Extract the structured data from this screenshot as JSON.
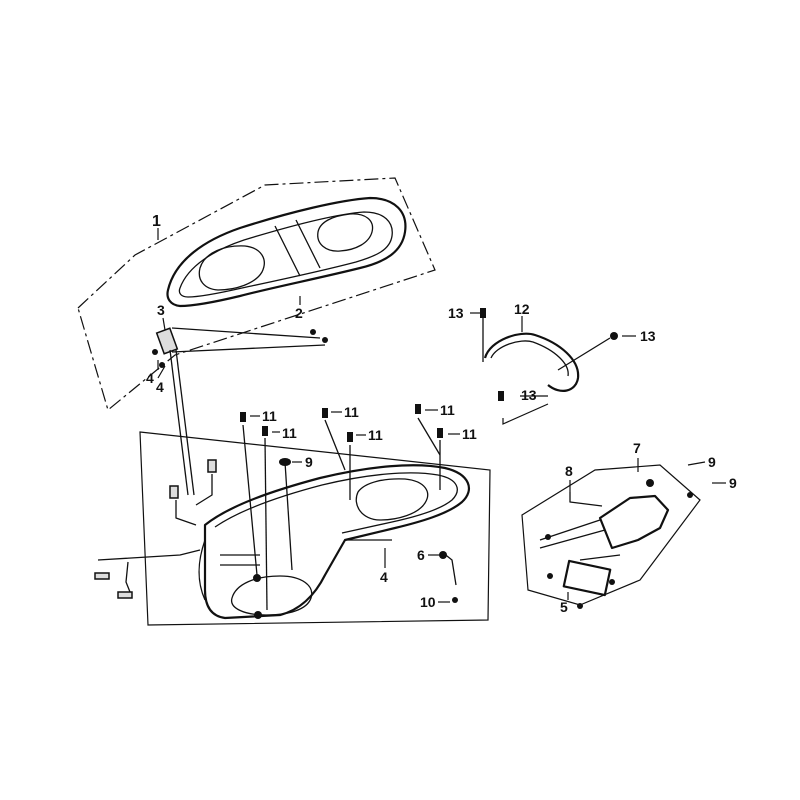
{
  "callouts": {
    "c1": "1",
    "c2": "2",
    "c3": "3",
    "c4a": "4",
    "c4b": "4",
    "c4c": "4",
    "c5": "5",
    "c6": "6",
    "c7": "7",
    "c8": "8",
    "c9a": "9",
    "c9b": "9",
    "c9c": "9",
    "c10": "10",
    "c11a": "11",
    "c11b": "11",
    "c11c": "11",
    "c11d": "11",
    "c11e": "11",
    "c12": "12",
    "c13a": "13",
    "c13b": "13",
    "c13c": "13"
  }
}
